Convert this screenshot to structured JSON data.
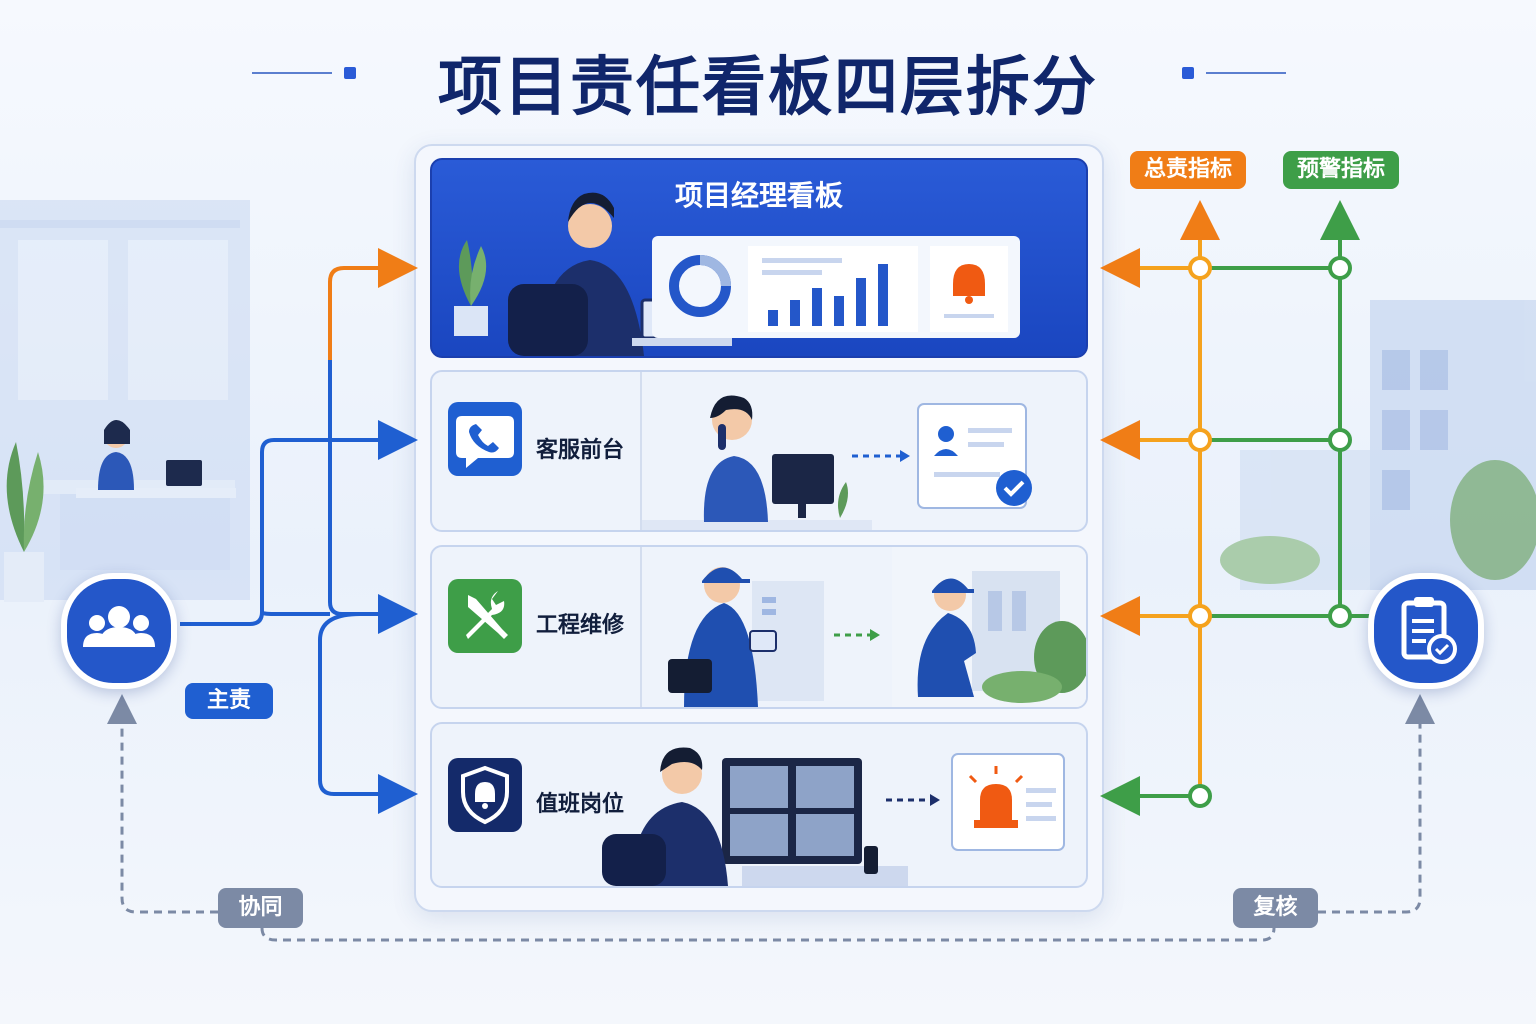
{
  "title": "项目责任看板四层拆分",
  "layers": [
    {
      "label": "项目经理看板",
      "icon": "dashboard-icon"
    },
    {
      "label": "客服前台",
      "icon": "phone-chat-icon"
    },
    {
      "label": "工程维修",
      "icon": "wrench-screwdriver-icon"
    },
    {
      "label": "值班岗位",
      "icon": "shield-bell-icon"
    }
  ],
  "right_tags": {
    "total": "总责指标",
    "warning": "预警指标"
  },
  "left_tags": {
    "main": "主责",
    "coop": "协同"
  },
  "bottom_tags": {
    "review": "复核"
  },
  "nodes": {
    "left": "team-icon",
    "right": "clipboard-check-icon"
  },
  "colors": {
    "title": "#10266b",
    "primary_blue": "#2457c9",
    "orange": "#f07d16",
    "green": "#3e9e48",
    "gray": "#7c8aa5",
    "alert": "#f05a12"
  }
}
